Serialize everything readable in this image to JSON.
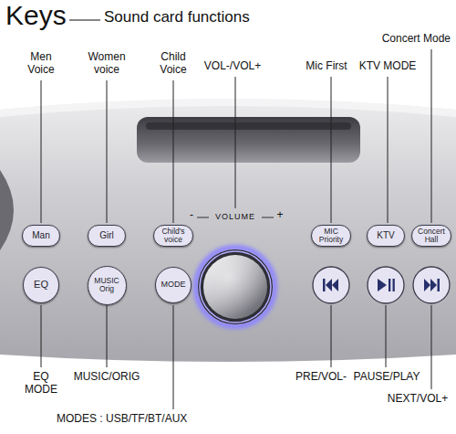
{
  "diagram": {
    "title": "Keys",
    "nodes": [
      {
        "text": [
          "Man"
        ]
      },
      {
        "text": [
          "Girl"
        ]
      },
      {
        "text": [
          "Child's voice"
        ]
      },
      {
        "text": [
          "MIC Priority"
        ]
      },
      {
        "text": [
          "KTV"
        ]
      },
      {
        "text": [
          "Concert Hall"
        ]
      },
      {
        "text": [
          "EQ"
        ]
      },
      {
        "text": [
          "MUSIC Orig"
        ]
      },
      {
        "text": [
          "MODE"
        ]
      }
    ],
    "labels": [
      "Sound card functions",
      "Men Voice",
      "Women voice",
      "Child Voice",
      "VOL-/VOL+",
      "Mic First",
      "KTV MODE",
      "Concert Mode",
      "VOLUME",
      "-",
      "+",
      "EQ MODE",
      "MUSIC/ORIG",
      "MODES : USB/TF/BT/AUX",
      "PRE/VOL-",
      "PAUSE/PLAY",
      "NEXT/VOL+"
    ]
  }
}
